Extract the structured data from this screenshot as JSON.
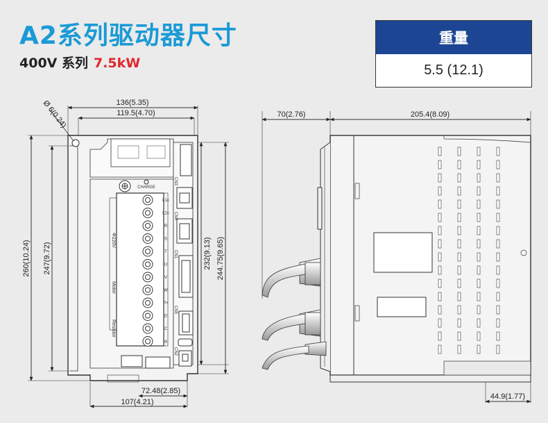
{
  "header": {
    "title": "A2系列驱动器尺寸",
    "series": "400V 系列",
    "power": "7.5kW"
  },
  "weight_table": {
    "header": "重量",
    "value": "5.5 (12.1)"
  },
  "front_view": {
    "dims": {
      "hole": "Ø 6(0.24)",
      "width_total": "136(5.35)",
      "width_inner": "119.5(4.70)",
      "height_total": "260(10.24)",
      "height_inner": "247(9.72)",
      "height_mid": "232(9.13)",
      "height_outer": "244.75(9.65)",
      "bottom_offset": "72.48(2.85)",
      "bottom_width": "107(4.21)"
    },
    "labels": {
      "charge": "CHARGE",
      "power_label": "Φ220V",
      "motor": "Motor",
      "resistor": "Resistor",
      "terminals": [
        "L1c",
        "L2c",
        "R",
        "S",
        "T",
        "U",
        "V",
        "W",
        "P+",
        "D",
        "C",
        "⊖"
      ],
      "connectors": [
        "CN3",
        "CN4",
        "CN1",
        "CN5",
        "CN2"
      ]
    }
  },
  "side_view": {
    "dims": {
      "front_depth": "70(2.76)",
      "main_depth": "205.4(8.09)",
      "bottom_offset": "44.9(1.77)"
    }
  }
}
